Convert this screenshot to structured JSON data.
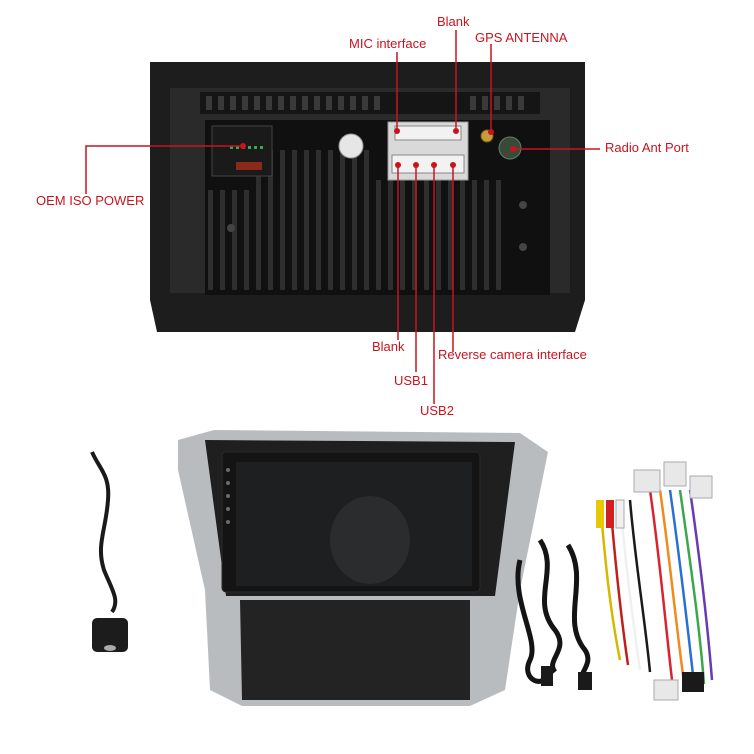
{
  "callouts": {
    "mic_interface": "MIC interface",
    "blank_top": "Blank",
    "gps_antenna": "GPS ANTENNA",
    "radio_ant_port": "Radio Ant Port",
    "oem_iso_power": "OEM ISO POWER",
    "blank_bottom": "Blank",
    "usb1": "USB1",
    "usb2": "USB2",
    "reverse_camera": "Reverse camera interface"
  },
  "colors": {
    "callout": "#c8141e",
    "unit_body": "#1b1b1b",
    "bezel_silver": "#b9bcbf",
    "screen": "#141414"
  }
}
